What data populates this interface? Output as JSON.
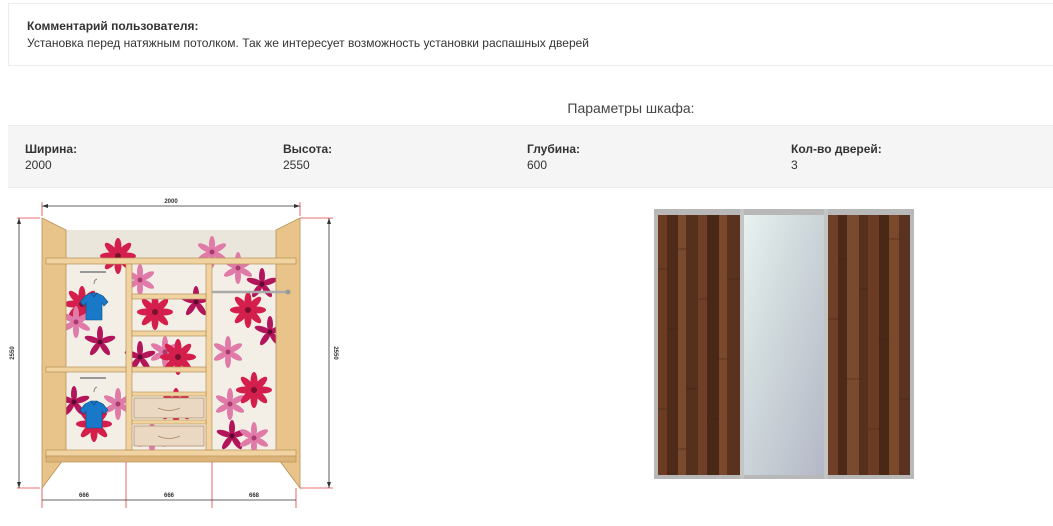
{
  "comment": {
    "title": "Комментарий пользователя:",
    "text": "Установка перед натяжным потолком. Так же интересует возможность установки распашных дверей"
  },
  "params": {
    "heading": "Параметры шкафа:",
    "items": [
      {
        "label": "Ширина:",
        "value": "2000"
      },
      {
        "label": "Высота:",
        "value": "2550"
      },
      {
        "label": "Глубина:",
        "value": "600"
      },
      {
        "label": "Кол-во дверей:",
        "value": "3"
      }
    ]
  },
  "scheme": {
    "width_dim": "2000",
    "height_left": "2550",
    "height_right": "2550",
    "section_dims": [
      "666",
      "666",
      "668"
    ]
  }
}
